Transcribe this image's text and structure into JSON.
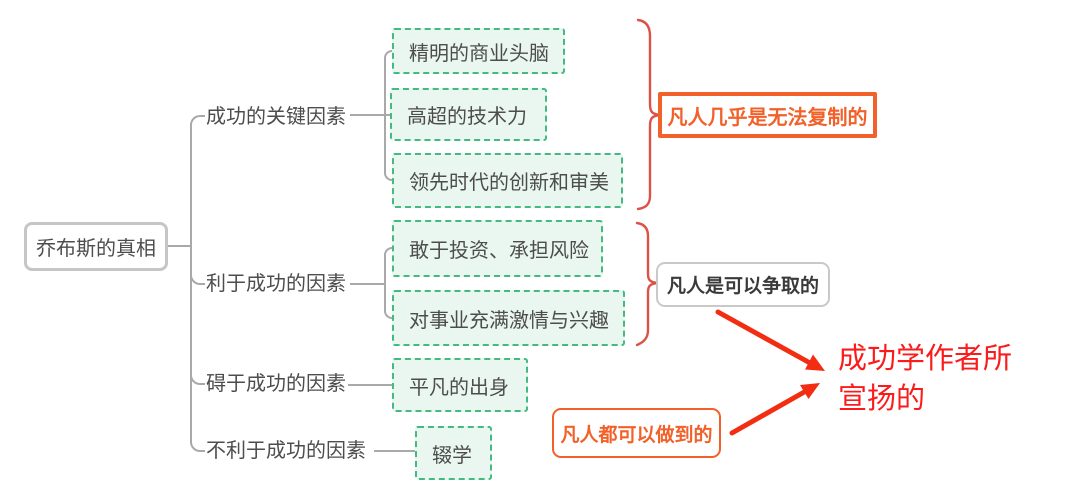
{
  "map": {
    "root": "乔布斯的真相",
    "branches": [
      {
        "label": "成功的关键因素",
        "children": [
          "精明的商业头脑",
          "高超的技术力",
          "领先时代的创新和审美"
        ]
      },
      {
        "label": "利于成功的因素",
        "children": [
          "敢于投资、承担风险",
          "对事业充满激情与兴趣"
        ]
      },
      {
        "label": "碍于成功的因素",
        "children": [
          "平凡的出身"
        ]
      },
      {
        "label": "不利于成功的因素",
        "children": [
          "辍学"
        ]
      }
    ]
  },
  "annotations": {
    "uncopyable": "凡人几乎是无法复制的",
    "strivable": "凡人是可以争取的",
    "achievable": "凡人都可以做到的",
    "promoted": {
      "line1": "成功学作者所",
      "line2": "宣扬的"
    }
  },
  "colors": {
    "leaf_border_green": "#44ba80",
    "leaf_fill_green": "#eaf7f0",
    "connector_gray": "#a9a9a9",
    "node_text_gray": "#4d4d4d",
    "accent_orange": "#f2612a",
    "brace_red": "#dd5246",
    "arrow_red": "#f22d11",
    "promoted_text_red": "#fb1b1b"
  }
}
